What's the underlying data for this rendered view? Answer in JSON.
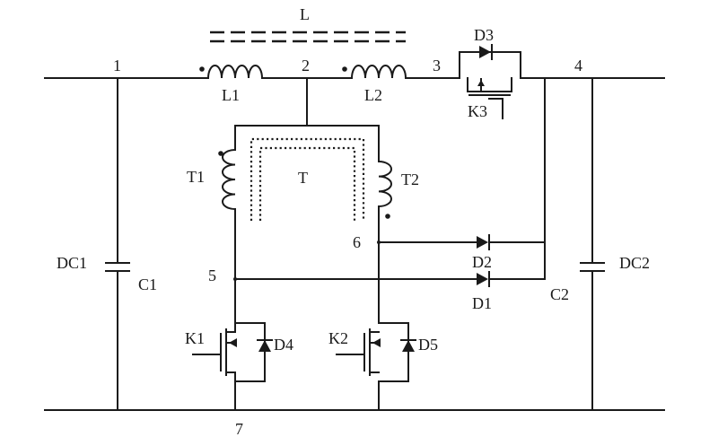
{
  "nodes": {
    "n1": "1",
    "n2": "2",
    "n3": "3",
    "n4": "4",
    "n5": "5",
    "n6": "6",
    "n7": "7"
  },
  "components": {
    "L": "L",
    "L1": "L1",
    "L2": "L2",
    "T": "T",
    "T1": "T1",
    "T2": "T2",
    "D1": "D1",
    "D2": "D2",
    "D3": "D3",
    "D4": "D4",
    "D5": "D5",
    "K1": "K1",
    "K2": "K2",
    "K3": "K3",
    "C1": "C1",
    "C2": "C2",
    "DC1": "DC1",
    "DC2": "DC2"
  }
}
